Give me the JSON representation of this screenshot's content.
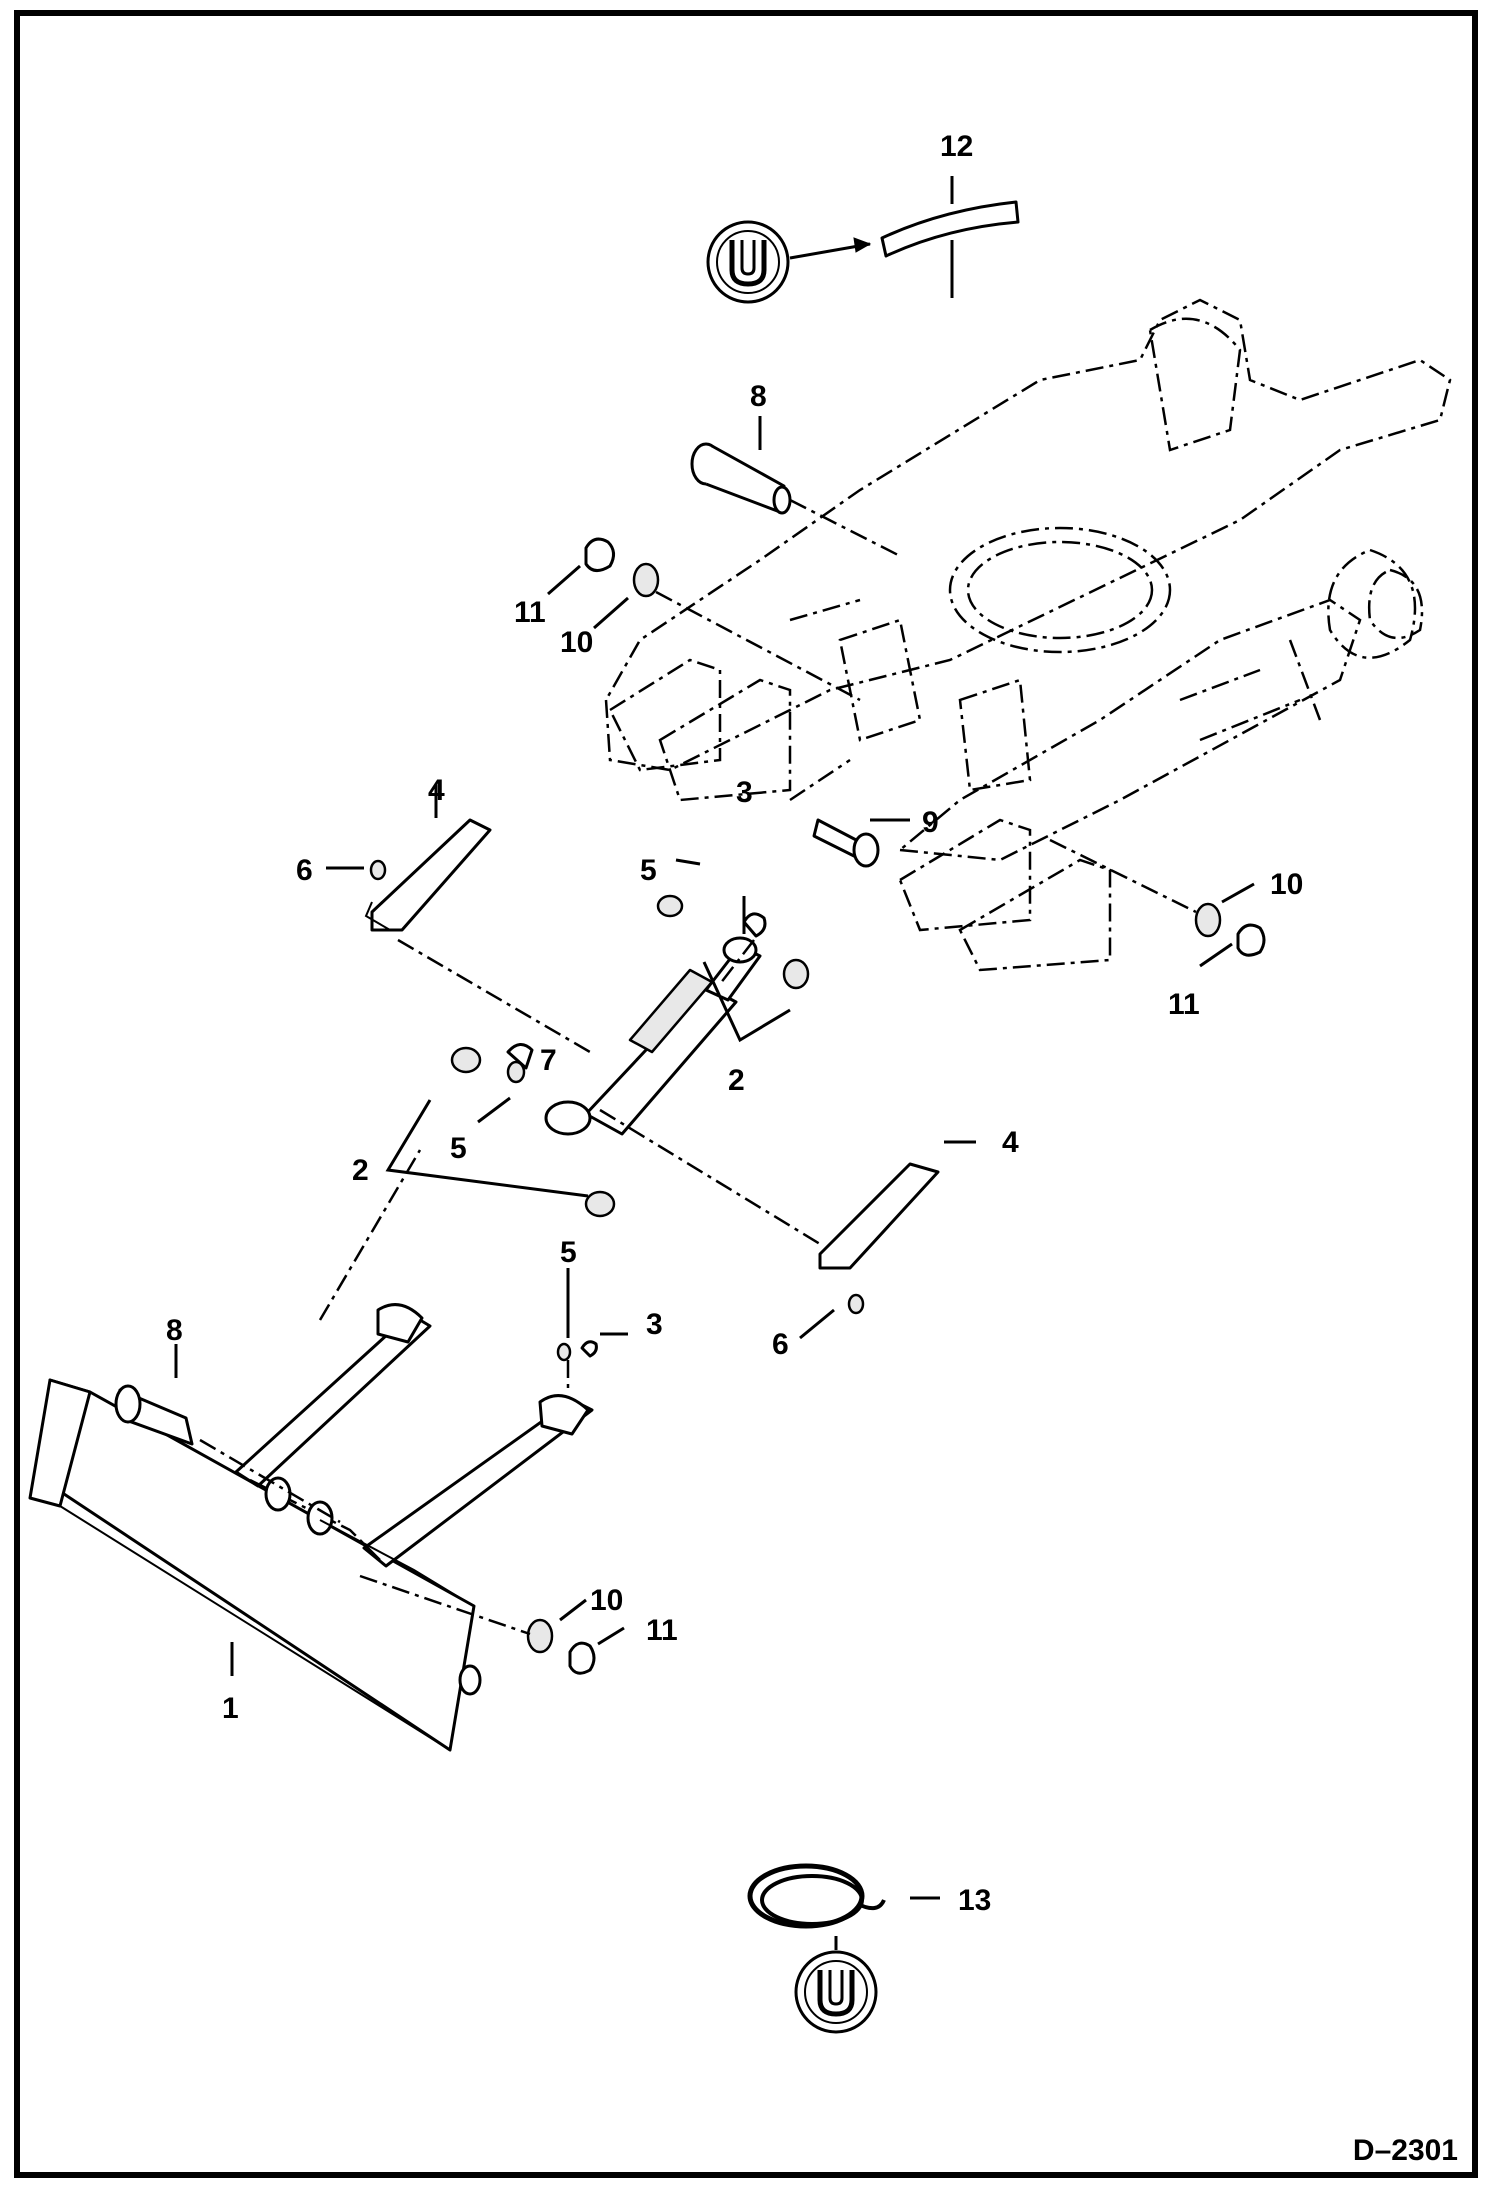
{
  "document": {
    "code": "D–2301"
  },
  "callouts": [
    {
      "id": "c12",
      "label": "12"
    },
    {
      "id": "c8a",
      "label": "8"
    },
    {
      "id": "c11a",
      "label": "11"
    },
    {
      "id": "c10a",
      "label": "10"
    },
    {
      "id": "c4a",
      "label": "4"
    },
    {
      "id": "c6a",
      "label": "6"
    },
    {
      "id": "c3a",
      "label": "3"
    },
    {
      "id": "c5a",
      "label": "5"
    },
    {
      "id": "c9",
      "label": "9"
    },
    {
      "id": "c10b",
      "label": "10"
    },
    {
      "id": "c11b",
      "label": "11"
    },
    {
      "id": "c2a",
      "label": "2"
    },
    {
      "id": "c7",
      "label": "7"
    },
    {
      "id": "c5b",
      "label": "5"
    },
    {
      "id": "c2b",
      "label": "2"
    },
    {
      "id": "c4b",
      "label": "4"
    },
    {
      "id": "c8b",
      "label": "8"
    },
    {
      "id": "c5c",
      "label": "5"
    },
    {
      "id": "c3b",
      "label": "3"
    },
    {
      "id": "c6b",
      "label": "6"
    },
    {
      "id": "c10c",
      "label": "10"
    },
    {
      "id": "c11c",
      "label": "11"
    },
    {
      "id": "c1",
      "label": "1"
    },
    {
      "id": "c13",
      "label": "13"
    }
  ],
  "icons": [
    "grease-symbol-icon",
    "grease-symbol-icon"
  ]
}
